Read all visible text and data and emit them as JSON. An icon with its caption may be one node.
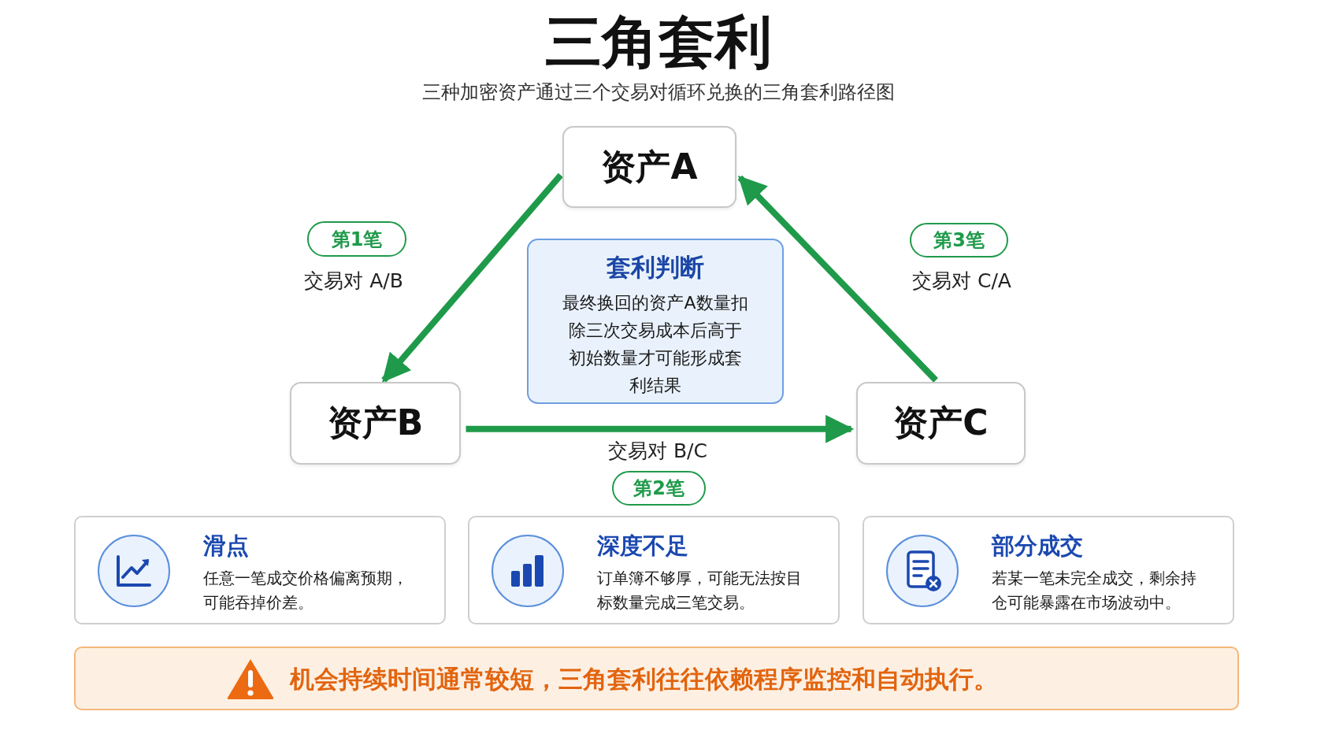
{
  "diagram": {
    "title": "三角套利",
    "nodes": [
      {
        "text": [
          "资产A"
        ]
      },
      {
        "text": [
          "资产B"
        ]
      },
      {
        "text": [
          "资产C"
        ]
      },
      {
        "text": [
          "套利判断",
          "最终换回的资产A数量扣除三次交易成本后高于初始数量才可能形成套利结果"
        ]
      },
      {
        "text": [
          "第1笔"
        ],
        "beside": [
          "交易对 A/B"
        ]
      },
      {
        "text": [
          "第3笔"
        ],
        "beside": [
          "交易对 C/A"
        ]
      },
      {
        "text": [
          "第2笔"
        ],
        "beside": [
          "交易对 B/C"
        ]
      },
      {
        "text": [
          "滑点",
          "任意一笔成交价格偏离预期，可能吞掉价差。"
        ]
      },
      {
        "text": [
          "深度不足",
          "订单簿不够厚，可能无法按目标数量完成三笔交易。"
        ]
      },
      {
        "text": [
          "部分成交",
          "若某一笔未完全成交，剩余持仓可能暴露在市场波动中。"
        ]
      },
      {
        "text": [
          "机会持续时间通常较短，三角套利往往依赖程序监控和自动执行。"
        ]
      }
    ],
    "edges": [
      {
        "from": 0,
        "to": 1,
        "arrow": "to"
      },
      {
        "from": 1,
        "to": 2,
        "arrow": "to"
      },
      {
        "from": 2,
        "to": 0,
        "arrow": "to"
      }
    ],
    "labels": [
      "三种加密资产通过三个交易对循环兑换的三角套利路径图"
    ]
  }
}
